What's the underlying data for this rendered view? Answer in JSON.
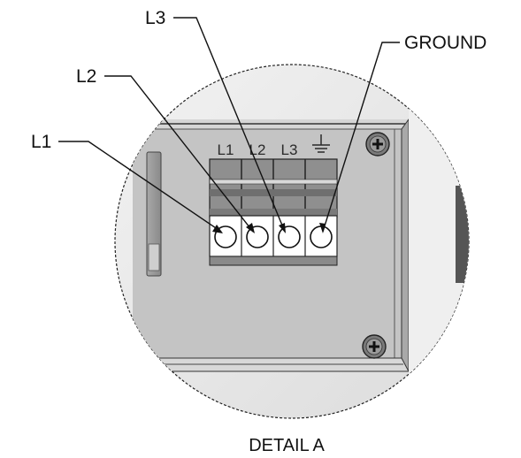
{
  "diagram": {
    "caption": "DETAIL A",
    "terminal_labels": [
      "L1",
      "L2",
      "L3"
    ],
    "callouts": {
      "l1": "L1",
      "l2": "L2",
      "l3": "L3",
      "ground": "GROUND"
    },
    "icons": {
      "terminal_4": "ground-symbol-icon",
      "screws": "phillips-screw-icon"
    },
    "colors": {
      "panel": "#bdbdbd",
      "panel_dark": "#9a9a9a",
      "terminal_body": "#8f8f8f",
      "terminal_face": "#ffffff",
      "outline": "#111111",
      "background_circle": "#ececec"
    }
  }
}
